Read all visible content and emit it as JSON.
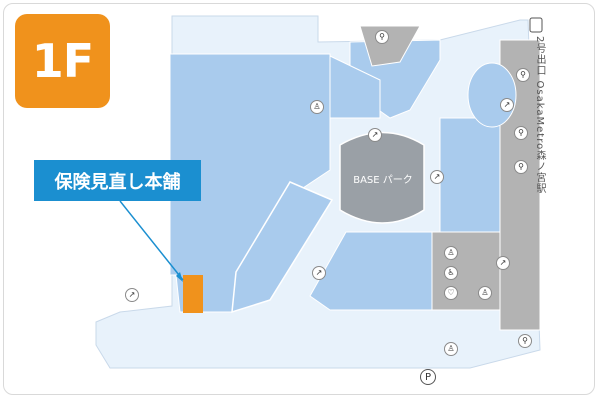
{
  "floor": {
    "label": "1F",
    "color": "#f0921c"
  },
  "store": {
    "name": "保険見直し本舗",
    "label_color": "#1b8fd0",
    "highlight_color": "#f0921c"
  },
  "areas": {
    "park": "BASE パーク"
  },
  "station": {
    "label": "2号出口 OsakaMetro森ノ宮駅",
    "icon": "subway-station-icon"
  },
  "colors": {
    "shop": "#a9cbed",
    "walkway": "#e8f2fb",
    "service": "#b3b3b3",
    "park": "#9aa0a6"
  },
  "icons": {
    "bicycle": "bicycle-parking-icon",
    "escalator": "escalator-icon",
    "restroom": "restroom-icon",
    "accessible": "accessible-toilet-icon",
    "nursing": "nursing-room-icon",
    "parking": {
      "name": "parking-icon",
      "label": "P"
    }
  }
}
